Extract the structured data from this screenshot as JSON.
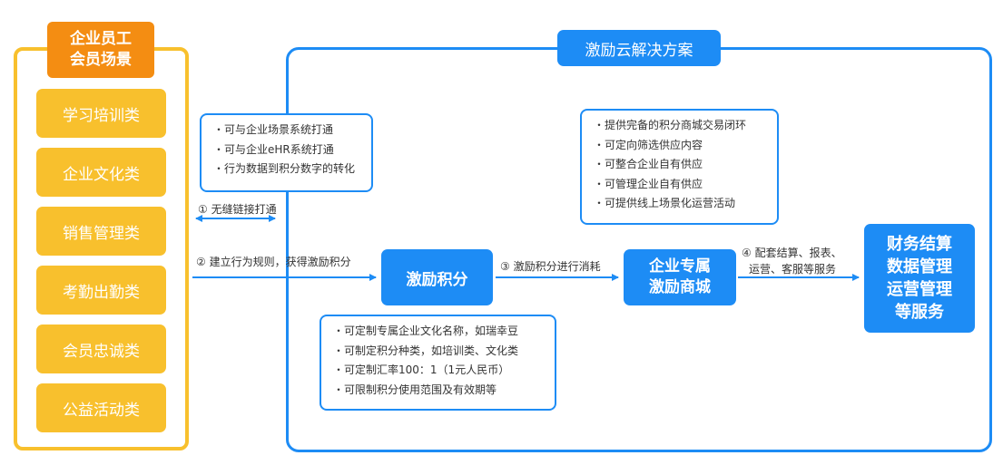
{
  "left": {
    "title_line1": "企业员工",
    "title_line2": "会员场景",
    "categories": [
      "学习培训类",
      "企业文化类",
      "销售管理类",
      "考勤出勤类",
      "会员忠诚类",
      "公益活动类"
    ]
  },
  "right": {
    "title": "激励云解决方案"
  },
  "integration_note": [
    "可与企业场景系统打通",
    "可与企业eHR系统打通",
    "行为数据到积分数字的转化"
  ],
  "mall_note": [
    "提供完备的积分商城交易闭环",
    "可定向筛选供应内容",
    "可整合企业自有供应",
    "可管理企业自有供应",
    "可提供线上场景化运营活动"
  ],
  "points_note": [
    "可定制专属企业文化名称，如瑞幸豆",
    "可制定积分种类，如培训类、文化类",
    "可定制汇率100：1（1元人民币）",
    "可限制积分使用范围及有效期等"
  ],
  "steps": {
    "step1": "① 无缝链接打通",
    "step2": "② 建立行为规则，获得激励积分",
    "step3": "③ 激励积分进行消耗",
    "step4_line1": "④ 配套结算、报表、",
    "step4_line2": "运营、客服等服务"
  },
  "nodes": {
    "points": "激励积分",
    "mall_line1": "企业专属",
    "mall_line2": "激励商城",
    "services": [
      "财务结算",
      "数据管理",
      "运营管理",
      "等服务"
    ]
  },
  "colors": {
    "primary_blue": "#1d8cf5",
    "yellow": "#f8c02d",
    "orange": "#f48d12"
  }
}
